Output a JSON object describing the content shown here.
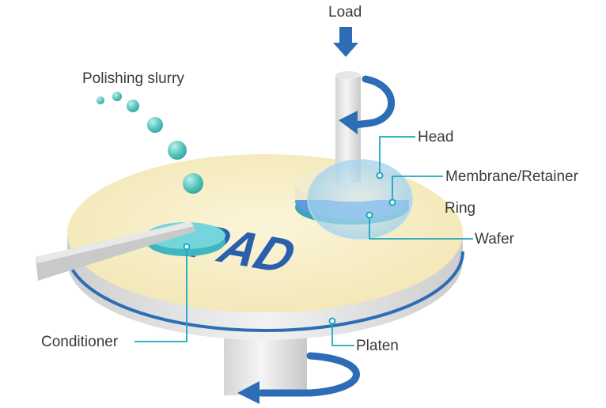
{
  "labels": {
    "load": "Load",
    "polishing_slurry": "Polishing slurry",
    "head": "Head",
    "membrane_retainer": "Membrane/Retainer",
    "ring": "Ring",
    "wafer": "Wafer",
    "pad": "PAD",
    "conditioner": "Conditioner",
    "platen": "Platen"
  },
  "colors": {
    "pad_surface": "#f7efc6",
    "platen_side": "#e2e2e2",
    "rim_line": "#2c6db5",
    "arrow": "#2c6db5",
    "pad_text": "#2a5fae",
    "slurry": "#5cc7c0",
    "leader": "#1aa8c4",
    "conditioner_disc": "#4fc7cf",
    "wafer_blue": "#4a8fd6"
  }
}
